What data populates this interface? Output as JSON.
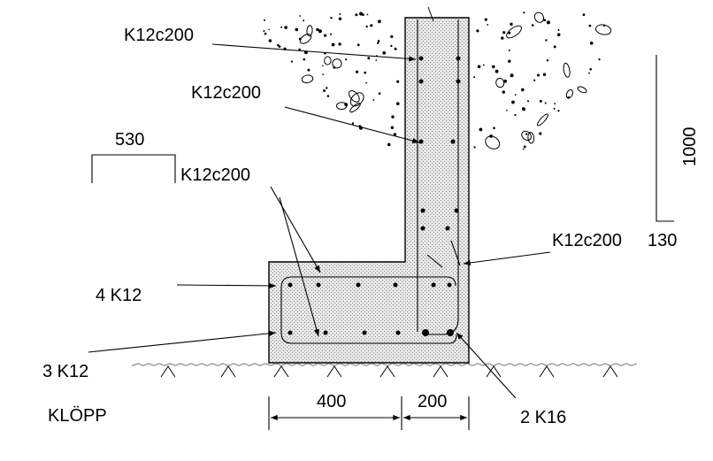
{
  "labels": {
    "k12c200_top": "K12c200",
    "k12c200_mid": "K12c200",
    "k12c200_left": "K12c200",
    "k12c200_right": "K12c200",
    "four_k12": "4 K12",
    "three_k12": "3 K12",
    "two_k16": "2 K16",
    "klopp": "KLÖPP"
  },
  "bar_shapes": {
    "left_bar_length": "530",
    "right_bar_height": "1000",
    "right_bar_hook": "130"
  },
  "dimensions": {
    "footing_toe": "400",
    "wall_thickness": "200"
  }
}
